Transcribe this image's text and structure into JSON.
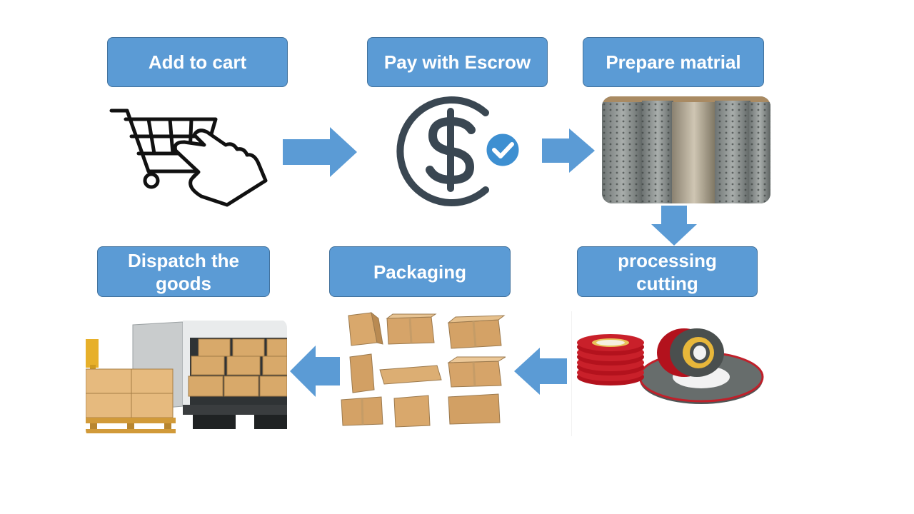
{
  "steps": {
    "add_to_cart": "Add to cart",
    "pay_with_escrow": "Pay with Escrow",
    "prepare_material": "Prepare matrial",
    "processing_cutting": "processing cutting",
    "packaging": "Packaging",
    "dispatch": "Dispatch the goods"
  },
  "colors": {
    "box_fill": "#5b9bd5",
    "box_border": "#41719c",
    "arrow": "#5b9bd5",
    "text": "#ffffff"
  }
}
